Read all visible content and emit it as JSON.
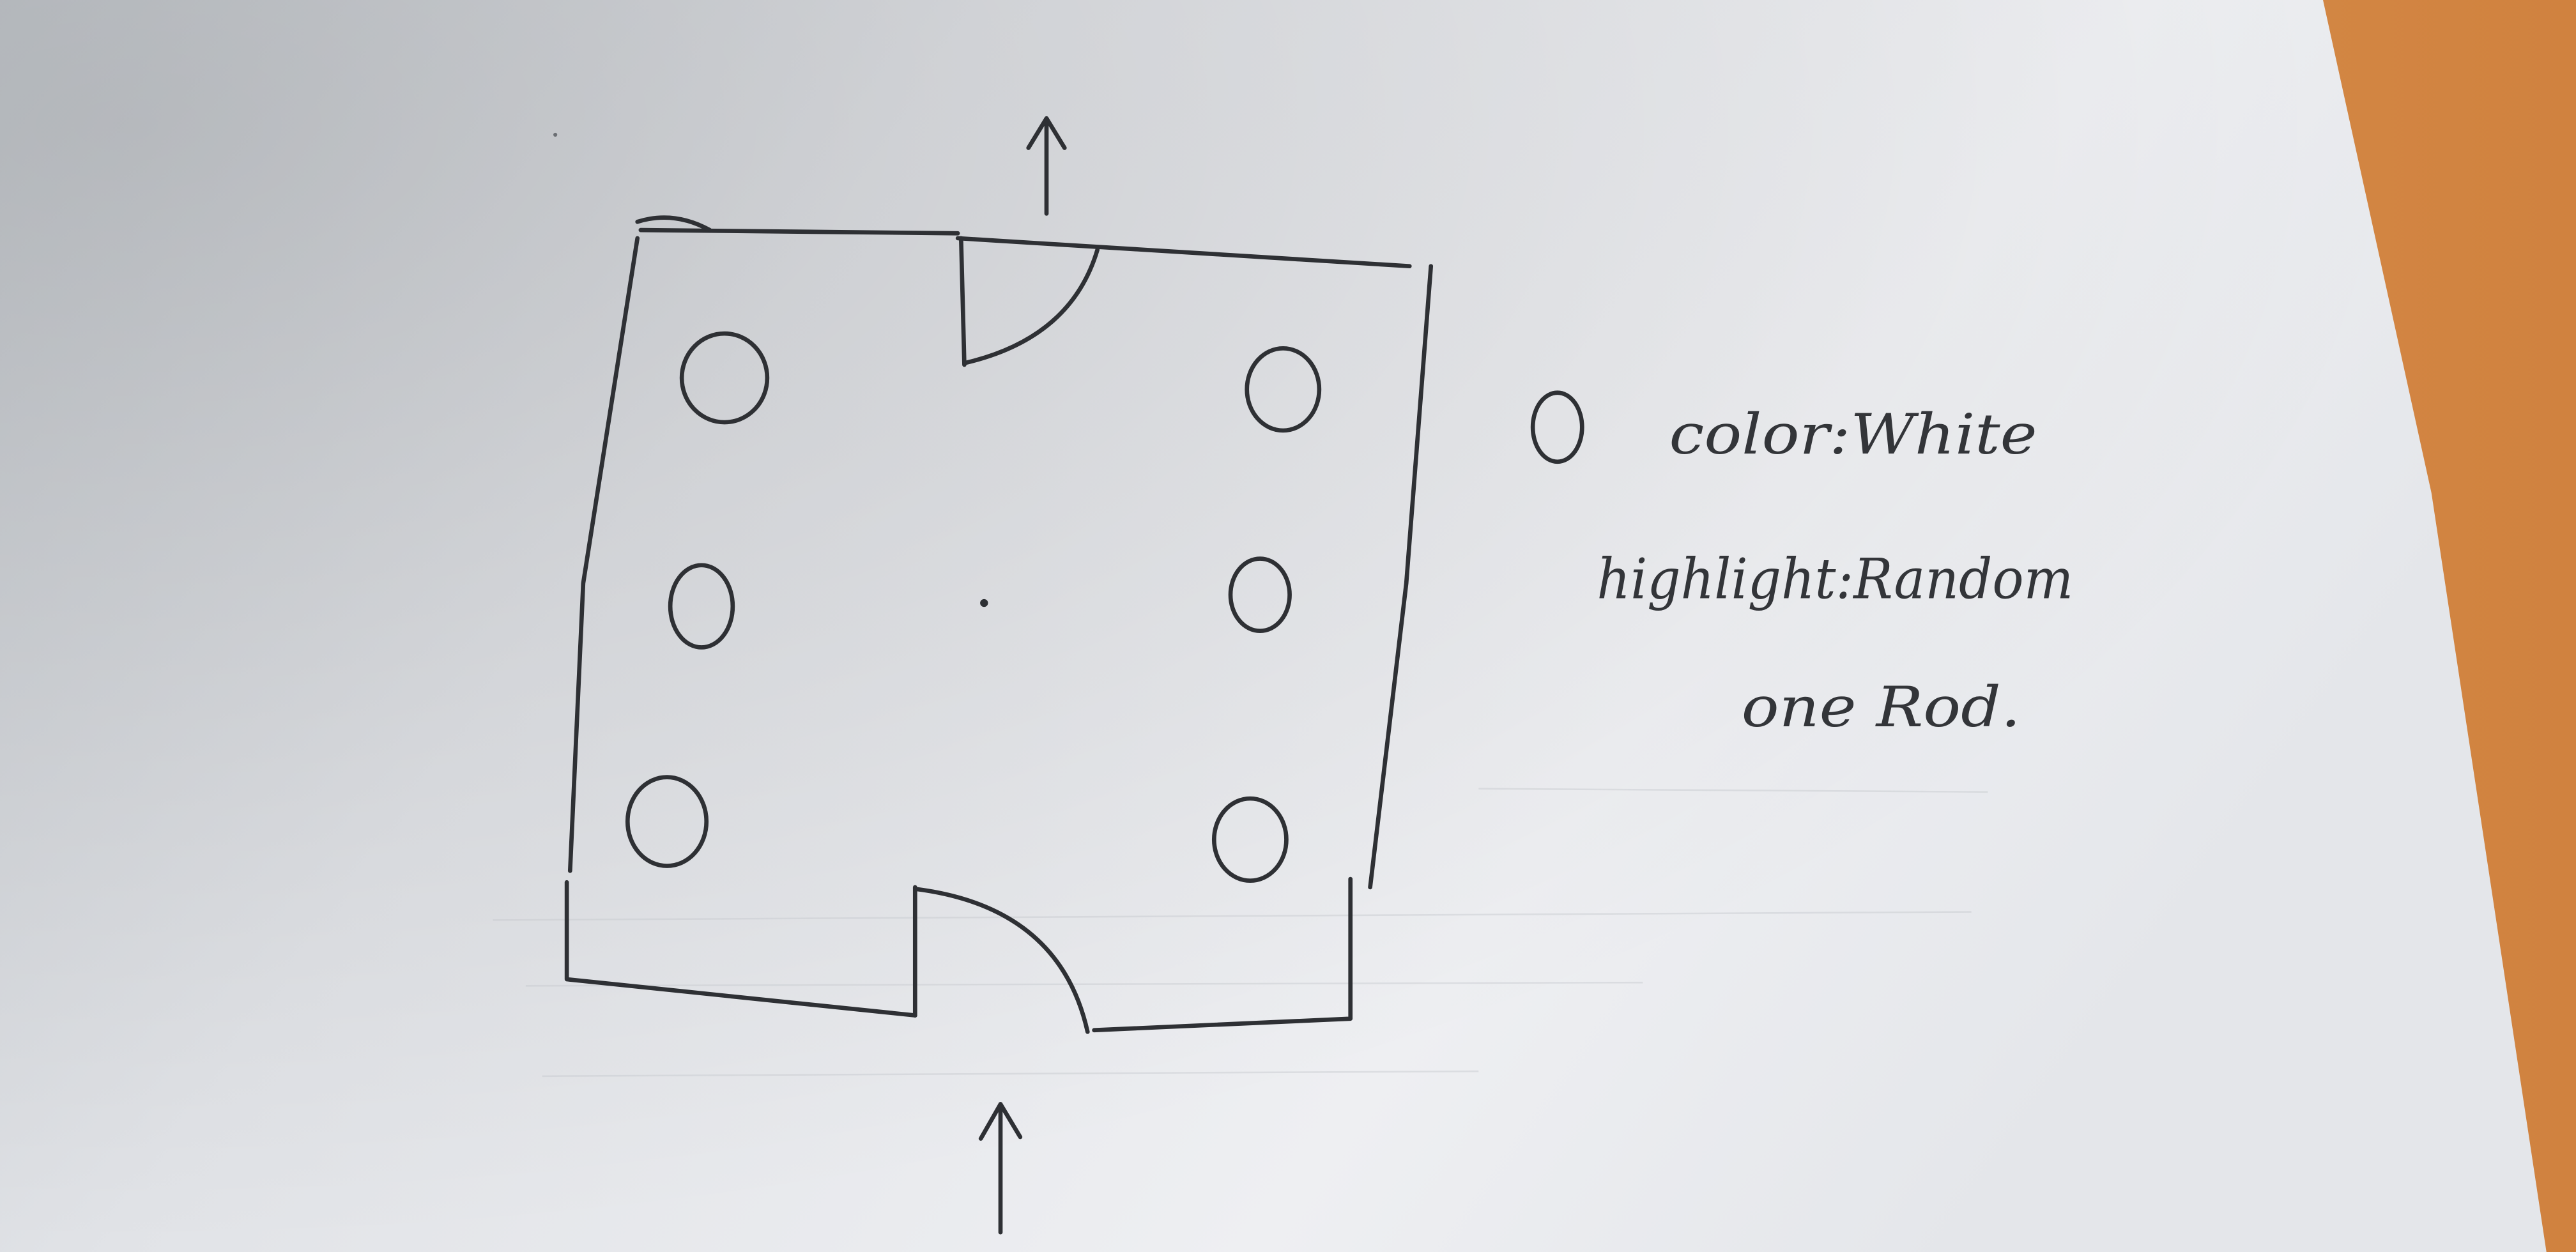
{
  "legend": {
    "symbol": "circle",
    "line1": "color:White",
    "line2": "highlight:Random",
    "line3": "one Rod."
  },
  "room": {
    "rod_count": 6,
    "door_count": 2
  },
  "colors": {
    "paper": "#ecedf1",
    "ink": "#2e3034",
    "desk": "#d88f4c"
  }
}
